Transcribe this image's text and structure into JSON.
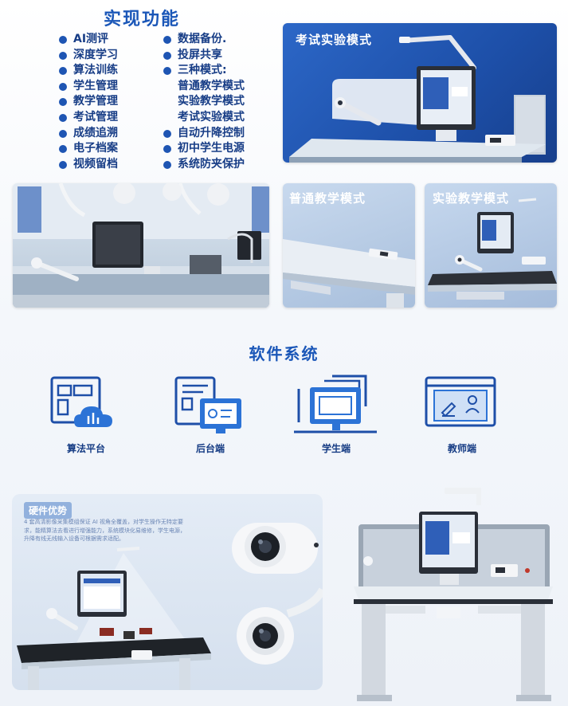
{
  "features": {
    "title": "实现功能",
    "left_items": [
      "AI测评",
      "深度学习",
      "算法训练",
      "学生管理",
      "教学管理",
      "考试管理",
      "成绩追溯",
      "电子档案",
      "视频留档"
    ],
    "right_items": [
      {
        "text": "数据备份.",
        "dot": true
      },
      {
        "text": "投屏共享",
        "dot": true
      },
      {
        "text": "三种模式:",
        "dot": true
      },
      {
        "text": "普通教学模式",
        "dot": false
      },
      {
        "text": "实验教学模式",
        "dot": false
      },
      {
        "text": "考试实验模式",
        "dot": false
      },
      {
        "text": "自动升降控制",
        "dot": true
      },
      {
        "text": "初中学生电源",
        "dot": true
      },
      {
        "text": "系统防夹保护",
        "dot": true
      }
    ]
  },
  "photos": {
    "exam_mode": "考试实验模式",
    "normal_mode": "普通教学模式",
    "experiment_mode": "实验教学模式"
  },
  "software": {
    "title": "软件系统",
    "items": [
      "算法平台",
      "后台端",
      "学生端",
      "教师端"
    ]
  },
  "hardware": {
    "title": "硬件优势",
    "description": "4 套高清影像采集模组保证 AI 视角全覆盖，对学生操作无特定要求，能精算法去看进行增强能力，系统模块化易维修，学生电源，升降有线无线输入设备可根据需求适配。"
  },
  "colors": {
    "accent": "#1b57b8",
    "dot": "#1e55b3",
    "panel_blue": "#1d4fa8"
  }
}
